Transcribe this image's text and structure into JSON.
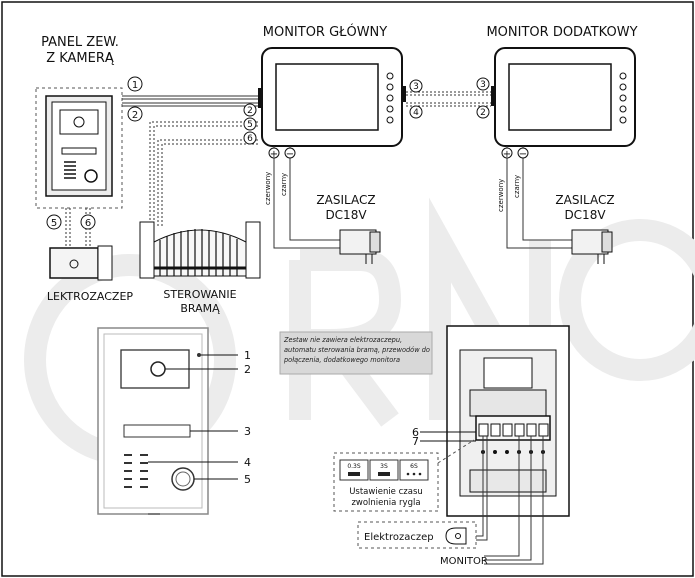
{
  "labels": {
    "panel_title_1": "PANEL ZEW.",
    "panel_title_2": "Z KAMERĄ",
    "monitor_main": "MONITOR GŁÓWNY",
    "monitor_extra": "MONITOR DODATKOWY",
    "psu1_line1": "ZASILACZ",
    "psu1_line2": "DC18V",
    "psu2_line1": "ZASILACZ",
    "psu2_line2": "DC18V",
    "wire_red_1": "czerwony",
    "wire_black_1": "czarny",
    "wire_red_2": "czerwony",
    "wire_black_2": "czarny",
    "plus": "+",
    "minus": "−",
    "lock": "LEKTROZACZEP",
    "gate_1": "STEROWANIE",
    "gate_2": "BRAMĄ",
    "note": [
      "Zestaw nie zawiera elektrozaczepu,",
      "automatu sterowania bramą, przewodów do",
      "połączenia, dodatkowego monitora"
    ],
    "timing_title_1": "Ustawienie czasu",
    "timing_title_2": "zwolnienia rygla",
    "elektrozaczep": "Elektrozaczep",
    "monitor_bottom": "MONITOR"
  },
  "wire_numbers": {
    "w1": "1",
    "w2a": "2",
    "w2b": "2",
    "w5a": "5",
    "w6a": "6",
    "w3": "3",
    "w4": "4",
    "w2c": "2",
    "w5b": "5",
    "w6b": "6"
  },
  "callouts": [
    "1",
    "2",
    "3",
    "4",
    "5",
    "6",
    "7"
  ],
  "timing_options": [
    "0.3S",
    "3S",
    "6S"
  ],
  "colors": {
    "line": "#1a1a1a",
    "note_bg": "#d6d6d6",
    "watermark": "#e9e9e9"
  }
}
